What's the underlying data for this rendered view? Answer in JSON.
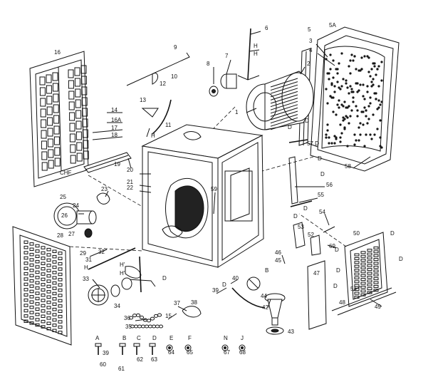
{
  "part_labels": {
    "p1": "1",
    "p2": "2",
    "p3": "3",
    "p4": "4",
    "p5": "5",
    "p5a": "5A",
    "p6": "6",
    "p7": "7",
    "p8": "8",
    "p9": "9",
    "p10": "10",
    "p11": "11",
    "p12": "12",
    "p13": "13",
    "p14": "14",
    "p15": "15",
    "p16": "16",
    "p16a": "16A",
    "p17": "17",
    "p18": "18",
    "p19": "19",
    "p20": "20",
    "p21": "21",
    "p22": "22",
    "p23": "23",
    "p24": "24",
    "p25": "25",
    "p26": "26",
    "p27": "27",
    "p28": "28",
    "p29": "29",
    "p31": "31",
    "p32": "32",
    "p33": "33",
    "p34": "34",
    "p35": "35",
    "p36": "36",
    "p37": "37",
    "p38": "38",
    "p39": "39",
    "p39b": "39",
    "p40": "40",
    "p42": "42",
    "p43": "43",
    "p44": "44",
    "p45": "45",
    "p46": "46",
    "p47": "47",
    "p48": "48",
    "p49": "49",
    "p50": "50",
    "p51": "51",
    "p52": "52",
    "p53": "53",
    "p54": "54",
    "p55": "55",
    "p56": "56",
    "p57d": "57 D",
    "p58": "58",
    "p59": "59",
    "p60": "60",
    "p61": "61",
    "p62": "62",
    "p63": "63",
    "p64": "64",
    "p65": "65",
    "p67": "67",
    "p68": "68",
    "p69": "69"
  },
  "callout_letters": {
    "h1": "H",
    "h2": "H",
    "h3": "H",
    "h4": "H'",
    "h5": "H'",
    "h6": "H",
    "d1": "D",
    "d2": "D",
    "d3": "D",
    "d4": "D",
    "d5": "D",
    "d6": "D",
    "d7": "D",
    "d8": "D",
    "d9": "D",
    "d10": "D",
    "d11": "D",
    "d12": "D",
    "d13": "D",
    "chf": "CHF",
    "b1": "B"
  },
  "hardware_letters": {
    "a": "A",
    "b": "B",
    "c": "C",
    "d": "D",
    "e": "E",
    "f": "F",
    "n": "N",
    "j": "J"
  }
}
